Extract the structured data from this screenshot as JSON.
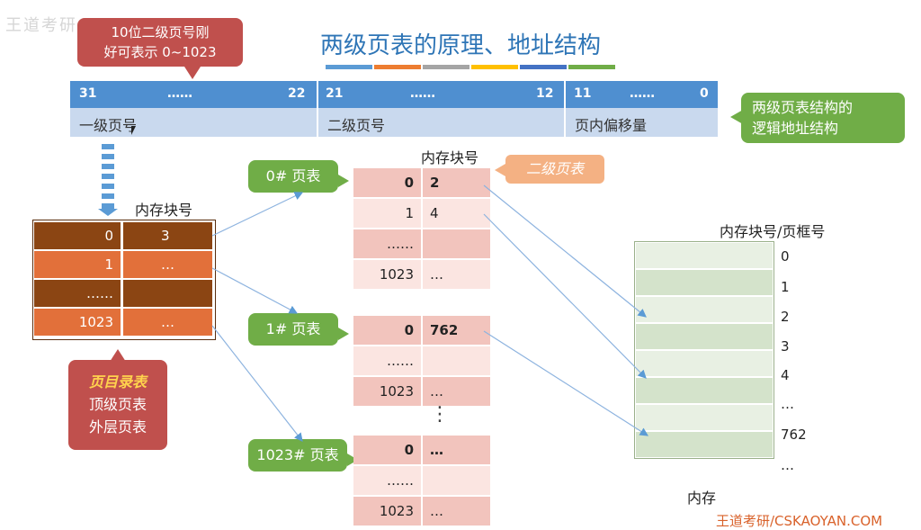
{
  "title": "两级页表的原理、地址结构",
  "title_bar_colors": [
    "#5b9bd5",
    "#ed7d31",
    "#a5a5a5",
    "#ffc000",
    "#4472c4",
    "#70ad47"
  ],
  "top_left_logo_text": "王道考研",
  "callout_top": {
    "line1": "10位二级页号刚",
    "line2": "好可表示 0~1023"
  },
  "address": {
    "seg1": {
      "hi": "31",
      "dots": "……",
      "lo": "22",
      "label": "一级页号"
    },
    "seg2": {
      "hi": "21",
      "dots": "……",
      "lo": "12",
      "label": "二级页号"
    },
    "seg3": {
      "hi": "11",
      "dots": "……",
      "lo": "0",
      "label": "页内偏移量"
    }
  },
  "callout_logic": {
    "line1": "两级页表结构的",
    "line2": "逻辑地址结构"
  },
  "page_directory": {
    "header": "内存块号",
    "rows": [
      {
        "idx": "0",
        "val": "3"
      },
      {
        "idx": "1",
        "val": "…"
      },
      {
        "idx": "……",
        "val": ""
      },
      {
        "idx": "1023",
        "val": "…"
      }
    ],
    "callout": {
      "line1": "页目录表",
      "line2": "顶级页表",
      "line3": "外层页表"
    }
  },
  "second_level_header": "内存块号",
  "second_level_tag": "二级页表",
  "tables": [
    {
      "label": "0# 页表",
      "rows": [
        {
          "idx": "0",
          "val": "2",
          "bold": true
        },
        {
          "idx": "1",
          "val": "4"
        },
        {
          "idx": "……",
          "val": ""
        },
        {
          "idx": "1023",
          "val": "…"
        }
      ]
    },
    {
      "label": "1# 页表",
      "rows": [
        {
          "idx": "0",
          "val": "762",
          "bold": true
        },
        {
          "idx": "……",
          "val": ""
        },
        {
          "idx": "1023",
          "val": "…"
        }
      ]
    },
    {
      "label": "1023# 页表",
      "rows": [
        {
          "idx": "0",
          "val": "…",
          "bold": true
        },
        {
          "idx": "……",
          "val": ""
        },
        {
          "idx": "1023",
          "val": "…"
        }
      ]
    }
  ],
  "vertical_dots": "⋮",
  "memory": {
    "header": "内存块号/页框号",
    "labels": [
      "0",
      "1",
      "2",
      "3",
      "4",
      "…",
      "762",
      "…"
    ],
    "footer": "内存"
  },
  "watermark": "王道考研/CSKAOYAN.COM"
}
